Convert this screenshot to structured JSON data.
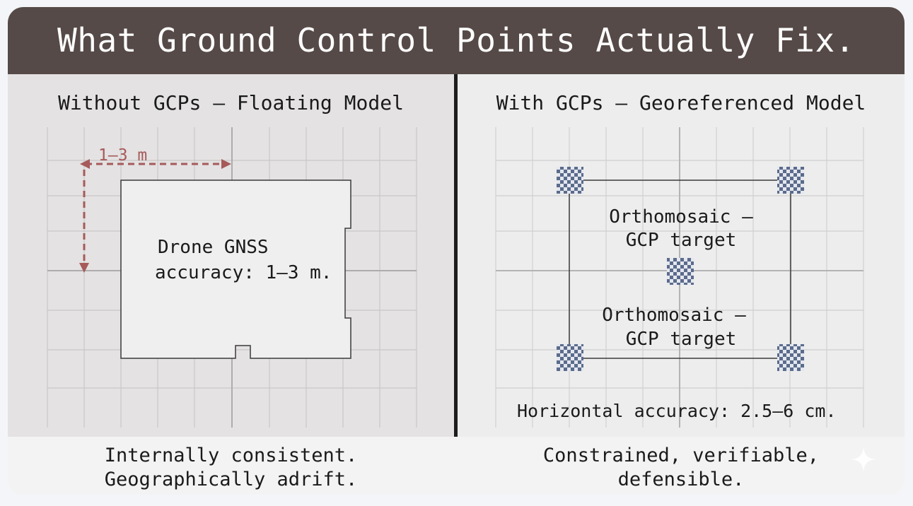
{
  "header": {
    "title": "What Ground Control Points Actually Fix."
  },
  "left": {
    "title": "Without GCPs — Floating Model",
    "offset_label": "1–3 m",
    "body_line1": "Drone GNSS",
    "body_line2": "accuracy: 1–3 m.",
    "footer_line1": "Internally consistent.",
    "footer_line2": "Geographically adrift."
  },
  "right": {
    "title": "With GCPs — Georeferenced Model",
    "target_label_1_line1": "Orthomosaic –",
    "target_label_1_line2": "GCP target",
    "target_label_2_line1": "Orthomosaic –",
    "target_label_2_line2": "GCP target",
    "accuracy_label": "Horizontal accuracy: 2.5–6 cm.",
    "footer_line1": "Constrained, verifiable,",
    "footer_line2": "defensible."
  },
  "colors": {
    "header_bg": "#554a47",
    "offset_arrow": "#a65a5a",
    "gcp_target": "#5b6b8c",
    "divider": "#1d1d1d"
  }
}
